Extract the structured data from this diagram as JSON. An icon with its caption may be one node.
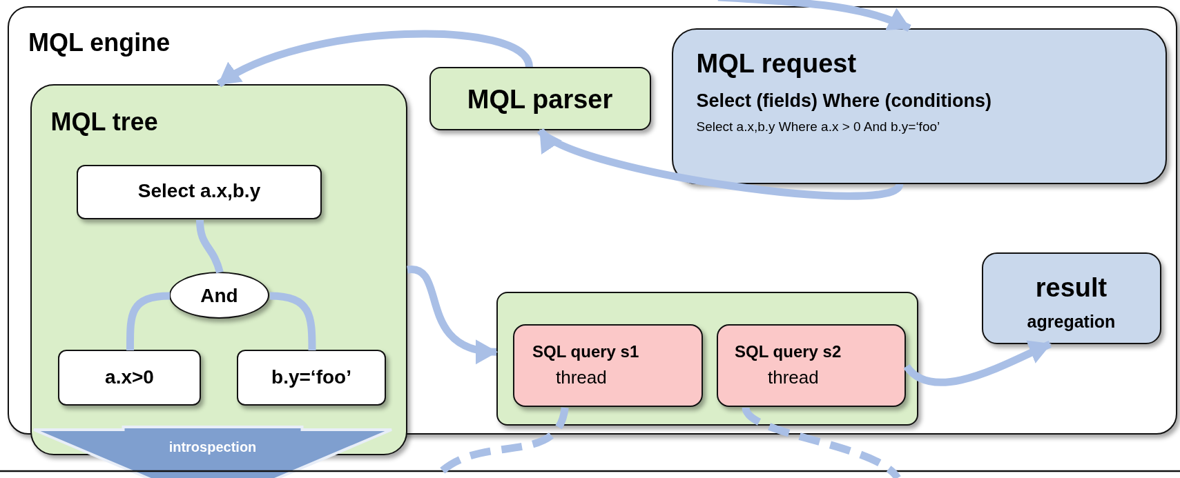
{
  "diagram": {
    "nodes": [
      {
        "text": [
          "MQL engine"
        ]
      },
      {
        "text": [
          "MQL tree"
        ],
        "in": 0
      },
      {
        "text": [
          "Select a.x,b.y"
        ],
        "in": 1
      },
      {
        "text": [
          "And"
        ],
        "in": 1
      },
      {
        "text": [
          "a.x>0"
        ],
        "in": 1
      },
      {
        "text": [
          "b.y=‘foo’"
        ],
        "in": 1
      },
      {
        "text": [
          "introspection"
        ]
      },
      {
        "text": [
          "MQL parser"
        ],
        "in": 0
      },
      {
        "text": [
          "MQL request",
          "Select (fields) Where (conditions)",
          "Select a.x,b.y Where a.x > 0 And b.y=‘foo’"
        ],
        "in": 0
      },
      {
        "text": [],
        "shape": "box",
        "in": 0
      },
      {
        "text": [
          "SQL query s1",
          "thread"
        ],
        "in": 9
      },
      {
        "text": [
          "SQL query s2",
          "thread"
        ],
        "in": 9
      },
      {
        "text": [
          "result",
          "agregation"
        ],
        "in": 0
      }
    ],
    "edges": [
      {
        "from": null,
        "to": 8,
        "arrow": "to"
      },
      {
        "from": 8,
        "to": 7,
        "arrow": "to"
      },
      {
        "from": 7,
        "to": 1,
        "arrow": "to"
      },
      {
        "from": 2,
        "to": 3,
        "arrow": "none"
      },
      {
        "from": 3,
        "to": 4,
        "arrow": "none"
      },
      {
        "from": 3,
        "to": 5,
        "arrow": "none"
      },
      {
        "from": 1,
        "to": 9,
        "arrow": "to"
      },
      {
        "from": 11,
        "to": 12,
        "arrow": "to"
      },
      {
        "from": 10,
        "to": null,
        "arrow": "none",
        "style": "dashed"
      },
      {
        "from": 11,
        "to": null,
        "arrow": "none",
        "style": "dashed"
      }
    ]
  }
}
